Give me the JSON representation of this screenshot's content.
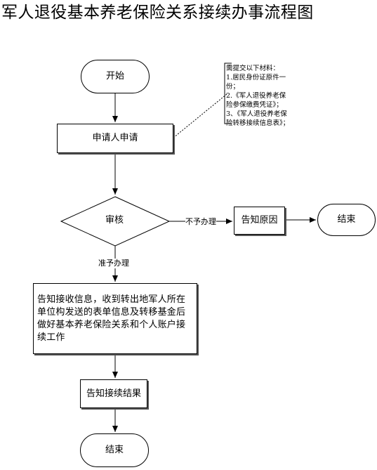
{
  "title": "军人退役基本养老保险关系接续办事流程图",
  "nodes": {
    "start": "开始",
    "apply": "申请人申请",
    "review": "审核",
    "notify_reason": "告知原因",
    "end_reject": "结束",
    "notify_receive": "告知接收信息，收到转出地军人所在单位构发送的表单信息及转移基金后做好基本养老保险关系和个人账户接续工作",
    "notify_result": "告知接续结果",
    "end": "结束"
  },
  "note": "需提交以下材料：\n1.居民身份证原件一份；\n2.《军人退役养老保险参保缴费凭证》；\n3、《军人退役养老保险转移接续信息表》；",
  "edges": {
    "reject_label": "不予办理",
    "approve_label": "准予办理"
  }
}
